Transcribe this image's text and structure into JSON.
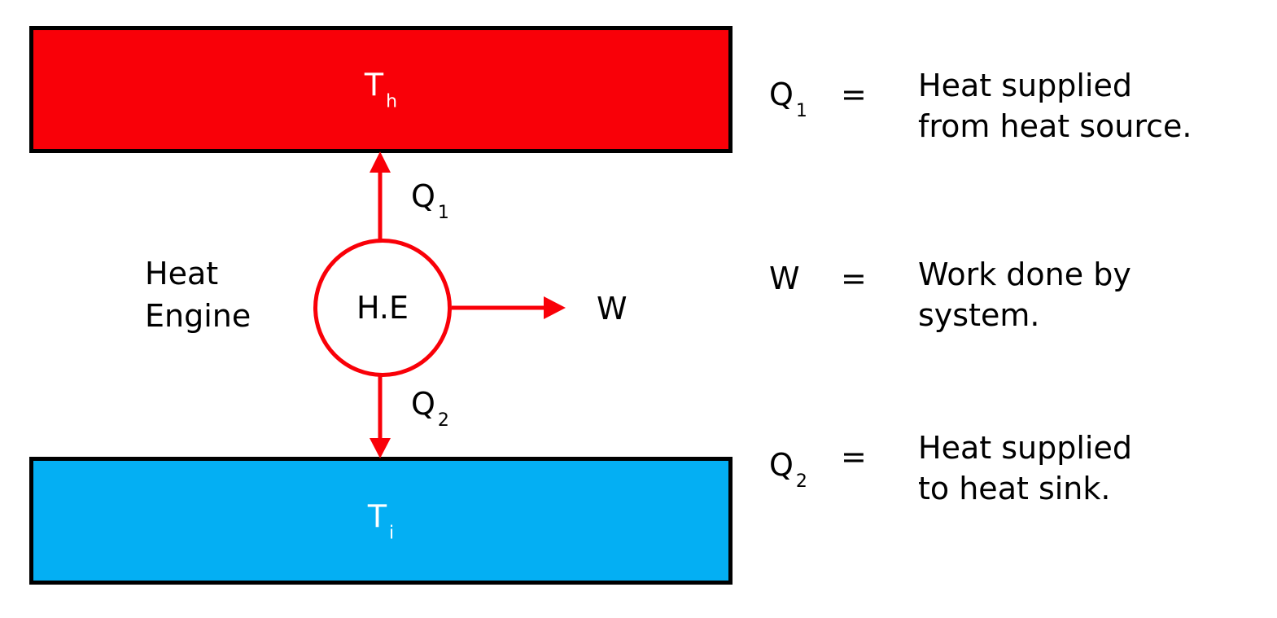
{
  "diagram": {
    "hot_reservoir": {
      "symbol": "T",
      "subscript": "h",
      "color": "#f90008"
    },
    "cold_reservoir": {
      "symbol": "T",
      "subscript": "i",
      "color": "#04aff3"
    },
    "engine": {
      "abbrev": "H.E",
      "label_line1": "Heat",
      "label_line2": "Engine",
      "stroke_color": "#f90008"
    },
    "flows": {
      "q1": {
        "symbol": "Q",
        "subscript": "1",
        "direction": "up"
      },
      "q2": {
        "symbol": "Q",
        "subscript": "2",
        "direction": "down"
      },
      "w": {
        "symbol": "W",
        "direction": "right"
      }
    },
    "arrow_color": "#f90008"
  },
  "legend": [
    {
      "symbol": "Q",
      "subscript": "1",
      "equals": "=",
      "line1": "Heat supplied",
      "line2": "from heat source."
    },
    {
      "symbol": "W",
      "subscript": "",
      "equals": "=",
      "line1": "Work done by",
      "line2": "system."
    },
    {
      "symbol": "Q",
      "subscript": "2",
      "equals": "=",
      "line1": "Heat supplied",
      "line2": "to heat sink."
    }
  ]
}
